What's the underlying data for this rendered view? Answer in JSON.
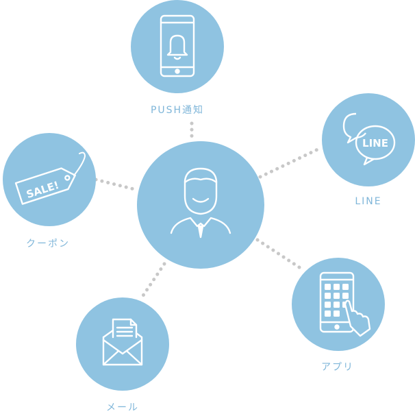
{
  "colors": {
    "circle": "#8fc3e1",
    "dots": "#c8c8c8",
    "label": "#7fb6d9",
    "icon": "#ffffff"
  },
  "hub": {
    "icon": "person-icon"
  },
  "nodes": [
    {
      "id": "push",
      "label": "PUSH通知",
      "icon": "smartphone-bell-icon"
    },
    {
      "id": "line",
      "label": "LINE",
      "icon": "line-chat-bubbles-icon",
      "icon_text": "LINE"
    },
    {
      "id": "coupon",
      "label": "クーポン",
      "icon": "sale-tag-icon",
      "icon_text": "SALE!"
    },
    {
      "id": "mail",
      "label": "メール",
      "icon": "envelope-letter-icon"
    },
    {
      "id": "app",
      "label": "アプリ",
      "icon": "tablet-app-grid-icon"
    }
  ]
}
